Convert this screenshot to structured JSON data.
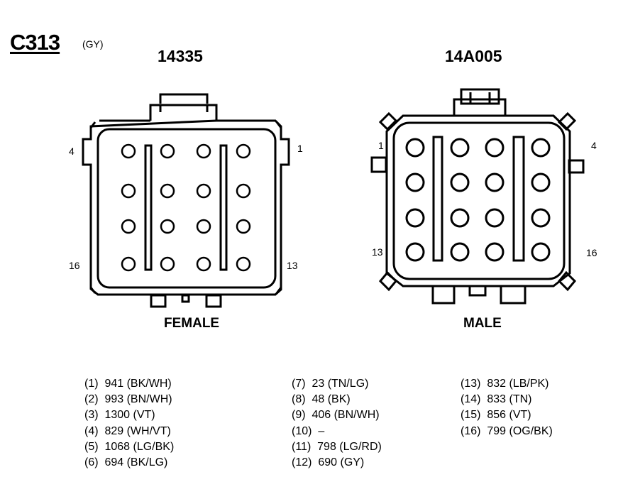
{
  "connector": {
    "id": "C313",
    "color": "(GY)"
  },
  "left": {
    "part_number": "14335",
    "gender": "FEMALE",
    "pin_labels": {
      "top_left": "4",
      "top_right": "1",
      "bottom_left": "16",
      "bottom_right": "13"
    }
  },
  "right": {
    "part_number": "14A005",
    "gender": "MALE",
    "pin_labels": {
      "top_left": "1",
      "top_right": "4",
      "bottom_left": "13",
      "bottom_right": "16"
    }
  },
  "pins": {
    "col1": [
      {
        "num": "(1)",
        "desc": "941 (BK/WH)"
      },
      {
        "num": "(2)",
        "desc": "993 (BN/WH)"
      },
      {
        "num": "(3)",
        "desc": "1300 (VT)"
      },
      {
        "num": "(4)",
        "desc": "829 (WH/VT)"
      },
      {
        "num": "(5)",
        "desc": "1068 (LG/BK)"
      },
      {
        "num": "(6)",
        "desc": "694 (BK/LG)"
      }
    ],
    "col2": [
      {
        "num": "(7)",
        "desc": "23 (TN/LG)"
      },
      {
        "num": "(8)",
        "desc": "48 (BK)"
      },
      {
        "num": "(9)",
        "desc": "406 (BN/WH)"
      },
      {
        "num": "(10)",
        "desc": "–"
      },
      {
        "num": "(11)",
        "desc": "798 (LG/RD)"
      },
      {
        "num": "(12)",
        "desc": "690 (GY)"
      }
    ],
    "col3": [
      {
        "num": "(13)",
        "desc": "832 (LB/PK)"
      },
      {
        "num": "(14)",
        "desc": "833 (TN)"
      },
      {
        "num": "(15)",
        "desc": "856 (VT)"
      },
      {
        "num": "(16)",
        "desc": "799 (OG/BK)"
      }
    ]
  }
}
